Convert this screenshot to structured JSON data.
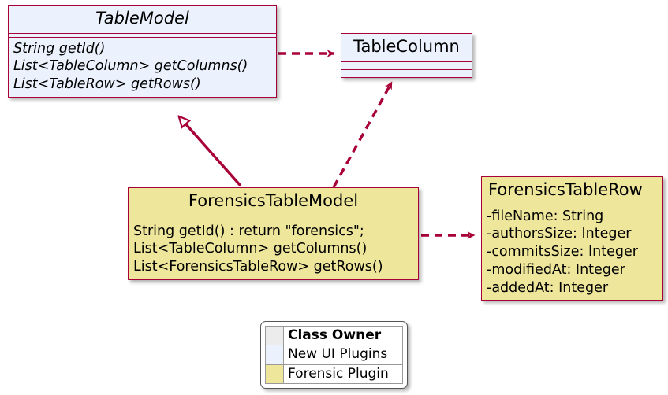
{
  "diagram": {
    "type": "uml-class-diagram",
    "colors": {
      "border": "#A80036",
      "fill_new_ui_plugins": "#EBF2FE",
      "fill_forensic_plugin": "#EEE69B",
      "legend_header": "#ECECEC",
      "background": "#FFFFFF"
    }
  },
  "classes": {
    "table_model": {
      "name": "TableModel",
      "abstract": true,
      "owner": "New UI Plugins",
      "members": [
        "String getId()",
        "List<TableColumn> getColumns()",
        "List<TableRow> getRows()"
      ]
    },
    "table_column": {
      "name": "TableColumn",
      "abstract": false,
      "owner": "New UI Plugins",
      "members": []
    },
    "forensics_table_model": {
      "name": "ForensicsTableModel",
      "abstract": false,
      "owner": "Forensic Plugin",
      "members": [
        "String getId() : return \"forensics\";",
        "List<TableColumn> getColumns()",
        "List<ForensicsTableRow> getRows()"
      ]
    },
    "forensics_table_row": {
      "name": "ForensicsTableRow",
      "abstract": false,
      "owner": "Forensic Plugin",
      "members": [
        "-fileName: String",
        "-authorsSize: Integer",
        "-commitsSize: Integer",
        "-modifiedAt: Integer",
        "-addedAt: Integer"
      ]
    }
  },
  "relationships": [
    {
      "id": "tablemodel-to-tablecolumn",
      "from": "TableModel",
      "to": "TableColumn",
      "kind": "dependency",
      "line": "dashed",
      "arrow": "open-filled"
    },
    {
      "id": "forensicstablemodel-extends-tablemodel",
      "from": "ForensicsTableModel",
      "to": "TableModel",
      "kind": "generalization",
      "line": "solid",
      "arrow": "hollow-triangle"
    },
    {
      "id": "forensicstablemodel-to-tablecolumn",
      "from": "ForensicsTableModel",
      "to": "TableColumn",
      "kind": "dependency",
      "line": "dashed",
      "arrow": "open-filled"
    },
    {
      "id": "forensicstablemodel-to-forensicstablerow",
      "from": "ForensicsTableModel",
      "to": "ForensicsTableRow",
      "kind": "dependency",
      "line": "dashed",
      "arrow": "open-filled"
    }
  ],
  "legend": {
    "header": "Class Owner",
    "rows": [
      {
        "label": "New UI Plugins",
        "color": "#EBF2FE"
      },
      {
        "label": "Forensic Plugin",
        "color": "#EEE69B"
      }
    ]
  }
}
